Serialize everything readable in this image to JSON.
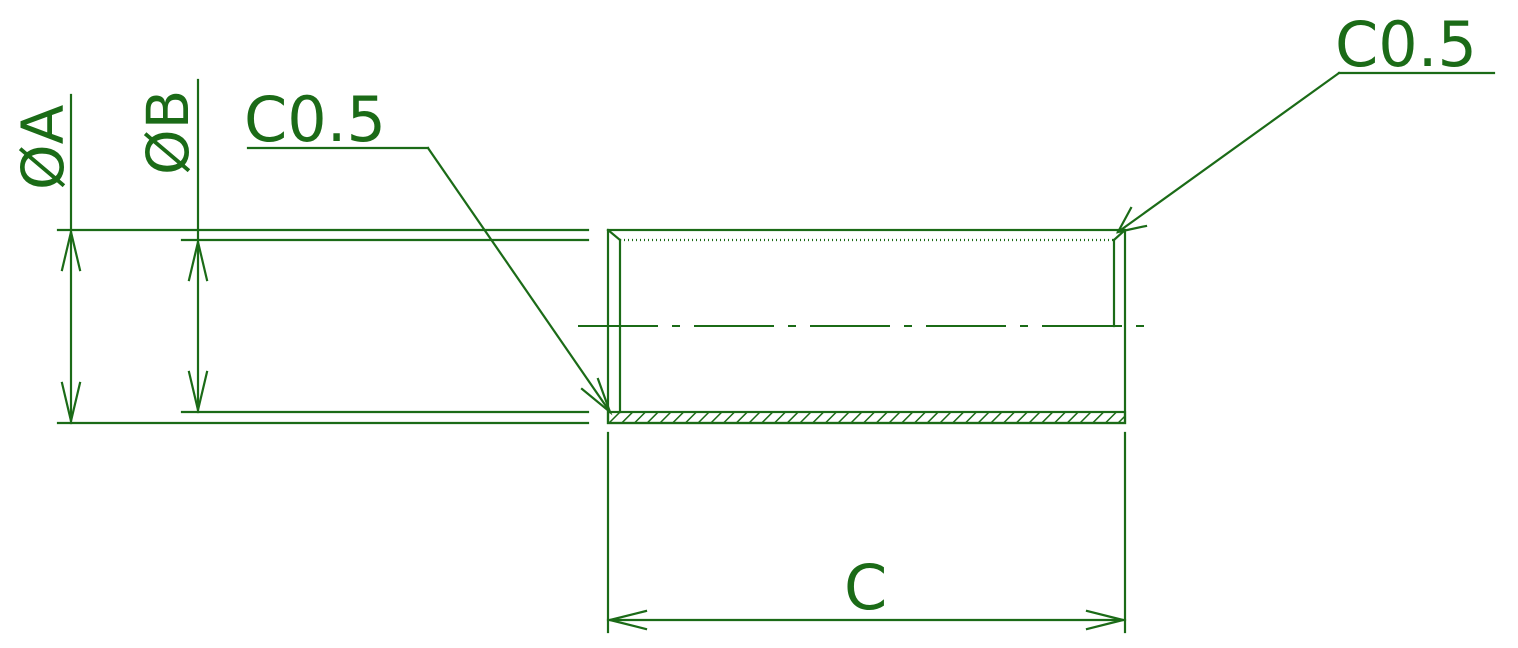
{
  "drawing": {
    "color": "#1b6b17",
    "labels": {
      "dim_outer": "ØA",
      "dim_inner": "ØB",
      "dim_length": "C",
      "chamfer_left": "C0.5",
      "chamfer_right": "C0.5"
    }
  }
}
